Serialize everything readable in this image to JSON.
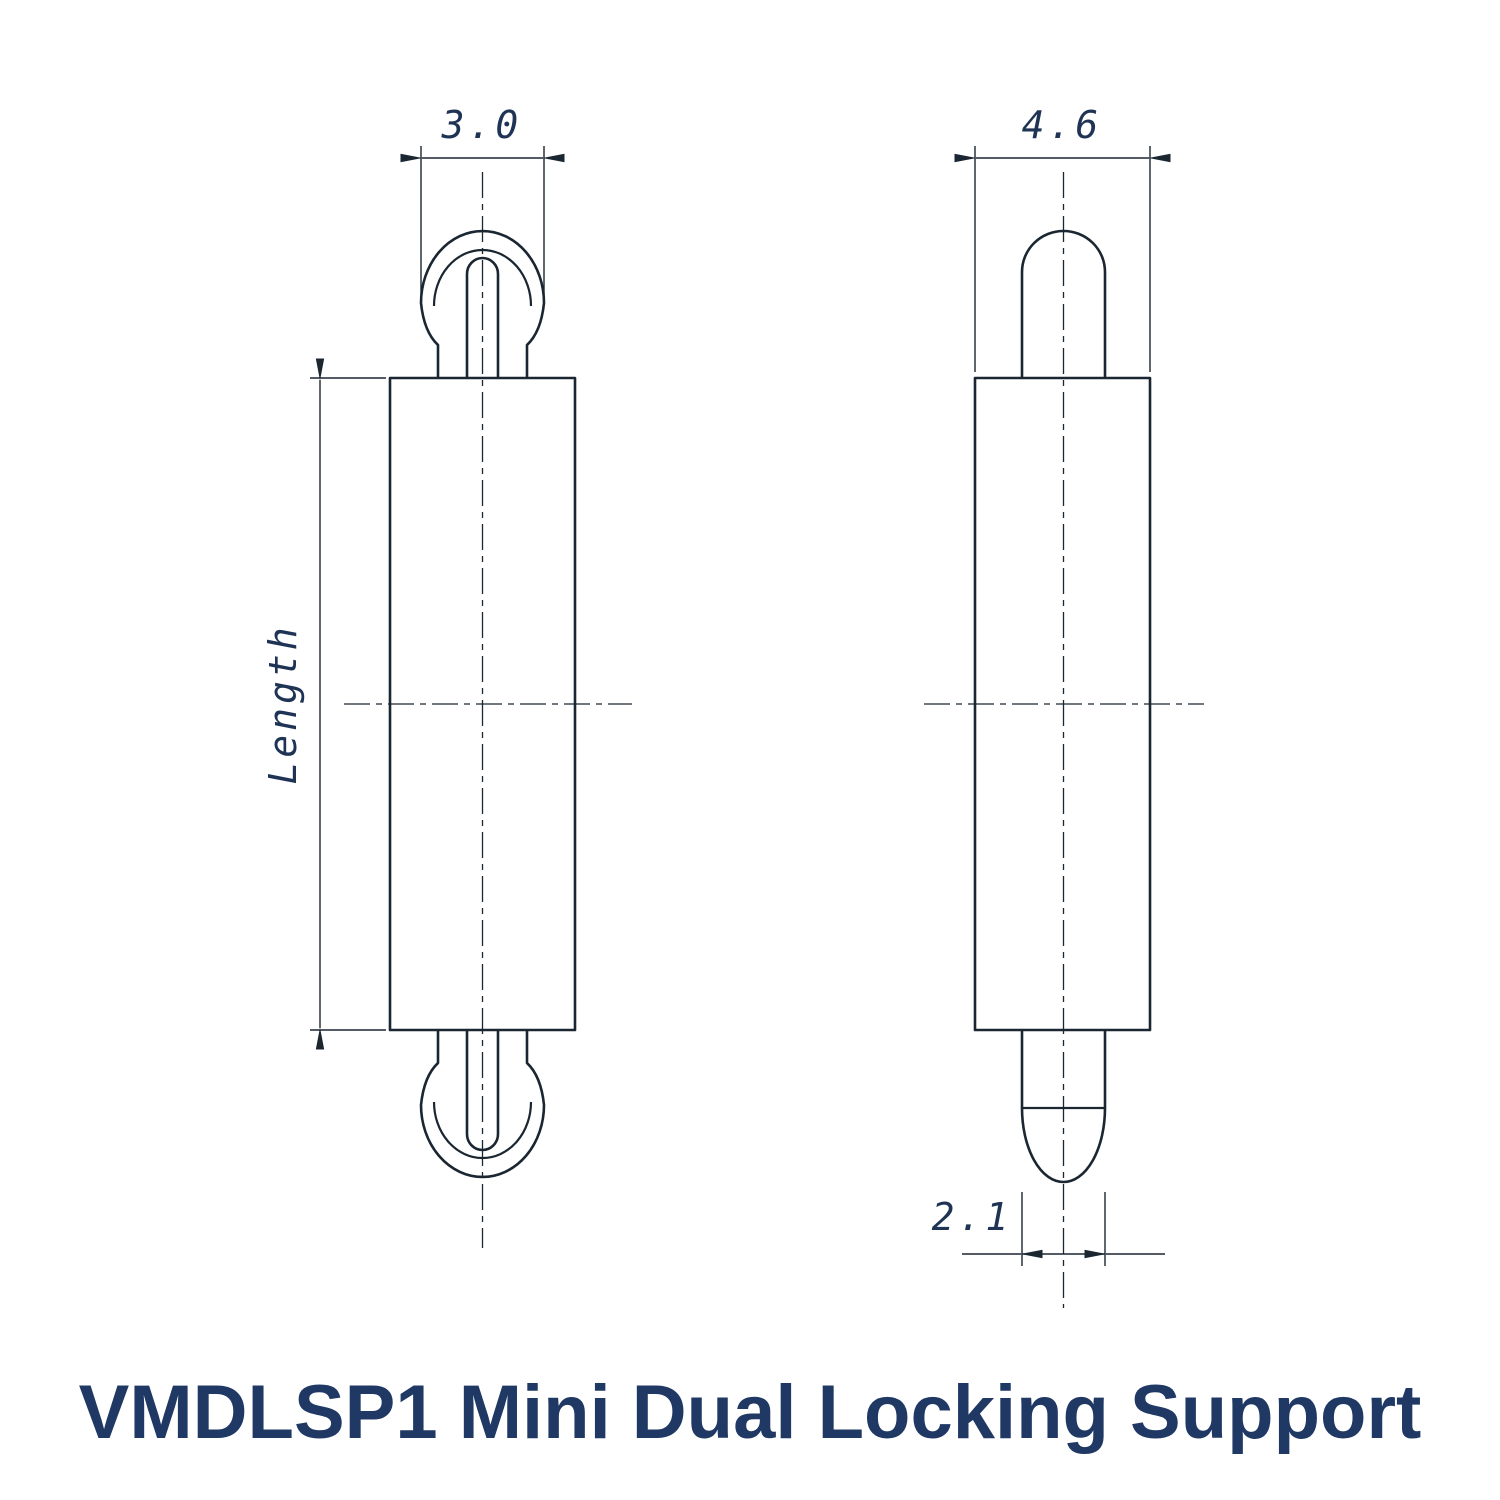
{
  "title": "VMDLSP1 Mini Dual Locking Support",
  "views": {
    "front": {
      "width_dimension": "3.0",
      "length_label": "Length"
    },
    "side": {
      "width_dimension": "4.6",
      "pin_dimension": "2.1"
    }
  },
  "colors": {
    "line": "#1a2631",
    "dimension_text": "#1f3455",
    "title": "#1f3864",
    "background": "#ffffff"
  }
}
